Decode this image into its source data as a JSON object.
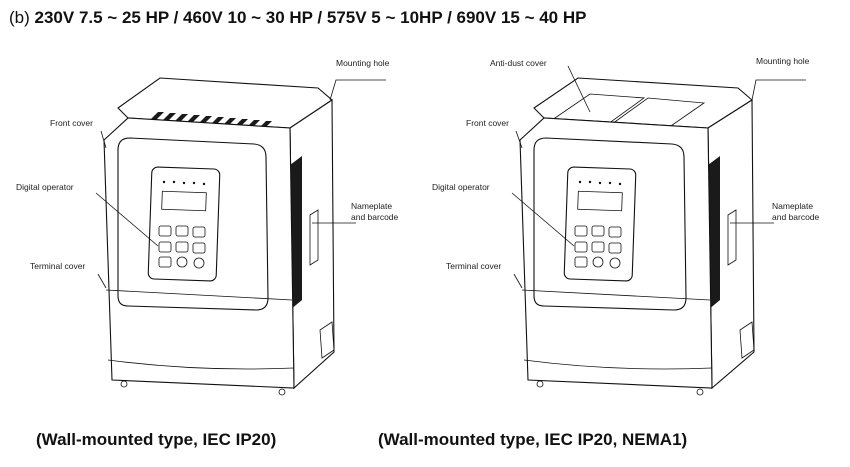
{
  "heading": {
    "prefix": "(b)",
    "title": "230V 7.5 ~ 25 HP / 460V 10 ~ 30 HP / 575V 5 ~ 10HP / 690V 15 ~ 40 HP"
  },
  "left_unit": {
    "labels": {
      "mounting_hole": "Mounting hole",
      "front_cover": "Front cover",
      "digital_operator": "Digital operator",
      "terminal_cover": "Terminal cover",
      "nameplate_line1": "Nameplate",
      "nameplate_line2": "and barcode"
    },
    "caption": "(Wall-mounted type, IEC IP20)"
  },
  "right_unit": {
    "labels": {
      "anti_dust_cover": "Anti-dust cover",
      "mounting_hole": "Mounting hole",
      "front_cover": "Front cover",
      "digital_operator": "Digital operator",
      "terminal_cover": "Terminal cover",
      "nameplate_line1": "Nameplate",
      "nameplate_line2": "and barcode"
    },
    "caption": "(Wall-mounted type, IEC IP20, NEMA1)"
  }
}
